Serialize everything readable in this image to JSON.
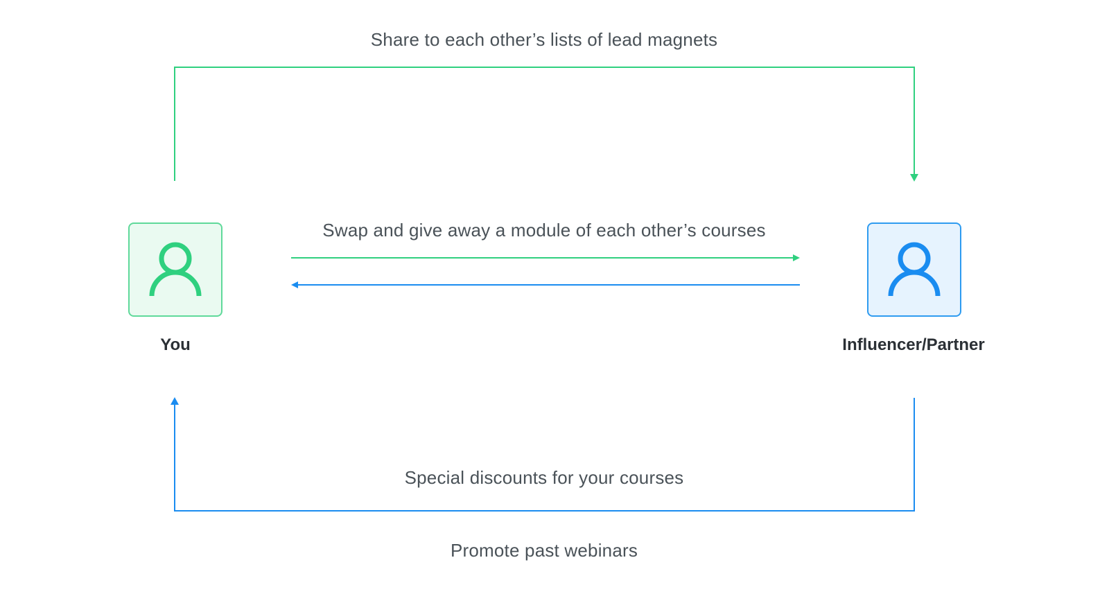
{
  "colors": {
    "green": "#2fd07f",
    "blue": "#1a8cf0",
    "green_bg": "#eafaf1",
    "blue_bg": "#e6f3fe"
  },
  "nodes": {
    "you": {
      "label": "You",
      "icon": "user-icon"
    },
    "partner": {
      "label": "Influencer/Partner",
      "icon": "user-icon"
    }
  },
  "arrows": {
    "top": {
      "label": "Share to each other’s lists of lead magnets"
    },
    "middle": {
      "label": "Swap and give away a module of each other’s courses"
    },
    "bottom": {
      "label": "Special discounts for your courses"
    },
    "footer": {
      "label": "Promote past webinars"
    }
  }
}
